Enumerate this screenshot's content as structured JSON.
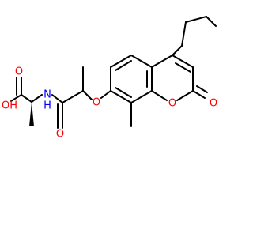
{
  "figure": {
    "type": "chemical-structure",
    "colors": {
      "bond": "#000000",
      "oxygen": "#ff0000",
      "nitrogen": "#0000ff",
      "background": "#ffffff"
    },
    "atom_labels": {
      "O_hydroxyl": "OH",
      "O_carbonyl_acid": "O",
      "N_amide": "N",
      "H_amide": "H",
      "O_carbonyl_amide": "O",
      "O_ether": "O",
      "O_ring": "O",
      "O_lactone": "O"
    }
  }
}
